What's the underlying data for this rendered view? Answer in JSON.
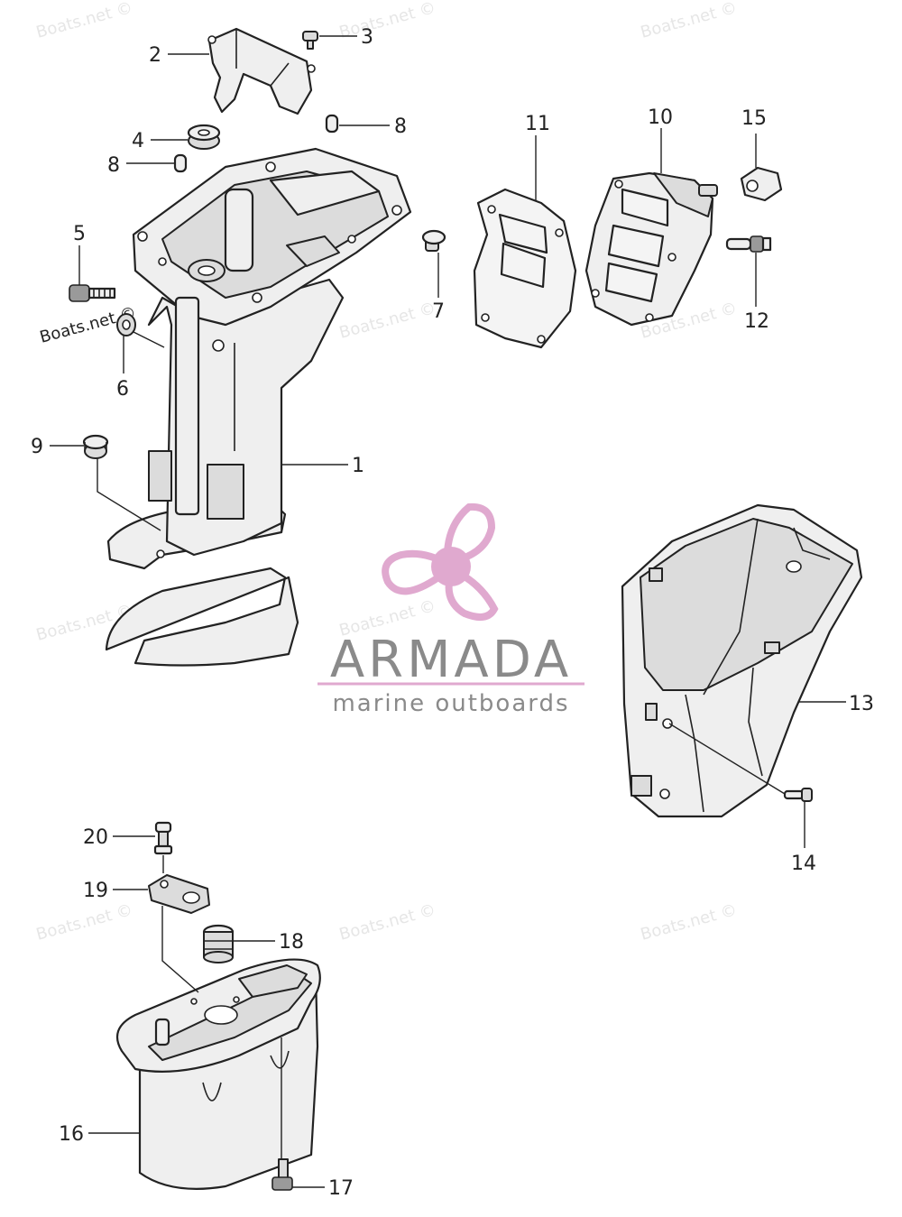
{
  "watermark_text": "Boats.net ©",
  "logo": {
    "name": "ARMADA",
    "tagline": "marine outboards",
    "accent_color": "#e0a9cf",
    "text_color": "#8a8a8a"
  },
  "callouts": {
    "n1": "1",
    "n2": "2",
    "n3": "3",
    "n4": "4",
    "n5": "5",
    "n6": "6",
    "n7": "7",
    "n8a": "8",
    "n8b": "8",
    "n9": "9",
    "n10": "10",
    "n11": "11",
    "n12": "12",
    "n13": "13",
    "n14": "14",
    "n15": "15",
    "n16": "16",
    "n17": "17",
    "n18": "18",
    "n19": "19",
    "n20": "20"
  }
}
